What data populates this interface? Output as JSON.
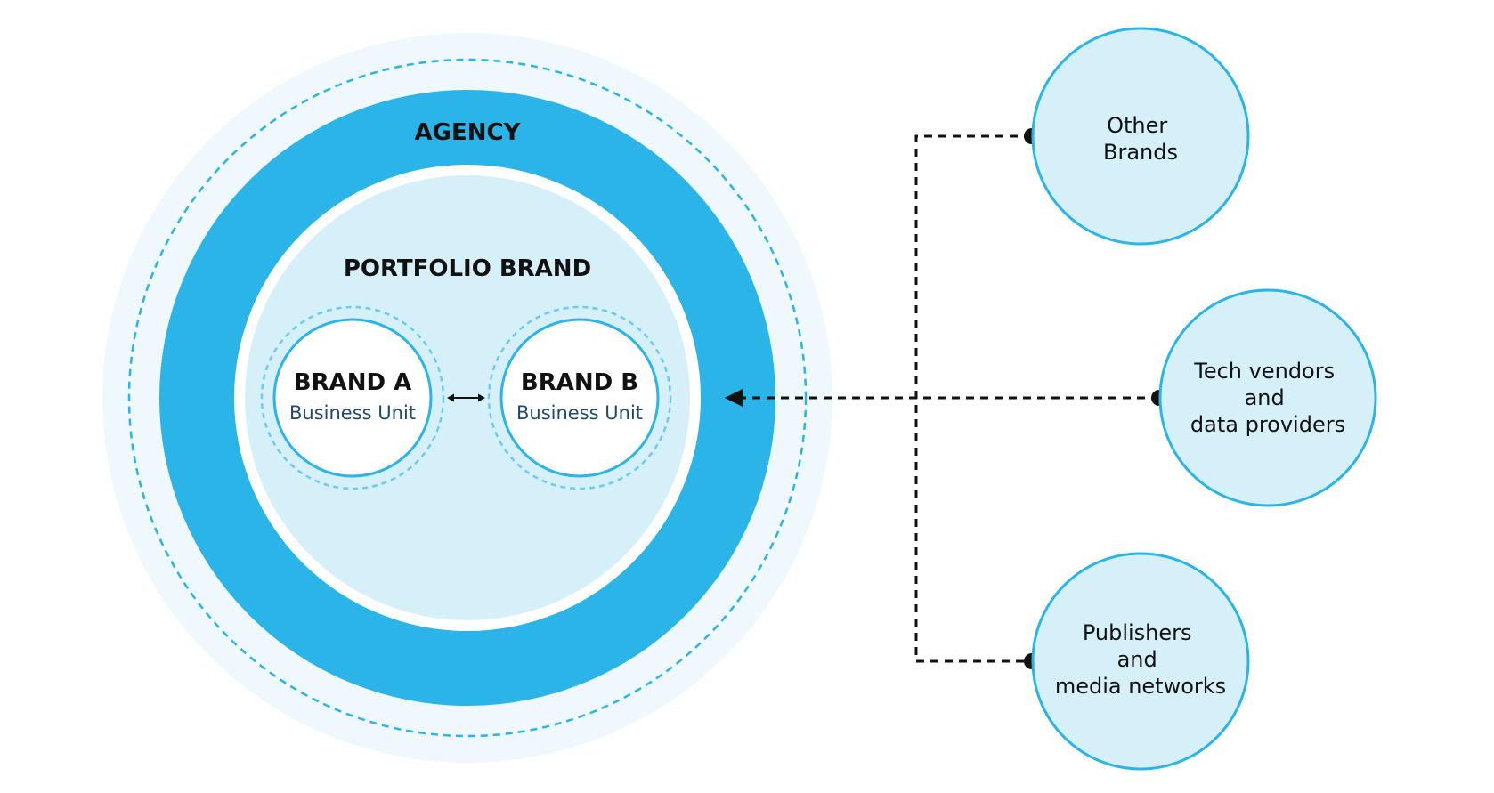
{
  "agency": {
    "label": "AGENCY"
  },
  "portfolio": {
    "label": "PORTFOLIO BRAND"
  },
  "brand_a": {
    "title": "BRAND A",
    "subtitle": "Business Unit"
  },
  "brand_b": {
    "title": "BRAND B",
    "subtitle": "Business Unit"
  },
  "partners": {
    "other_brands": [
      "Other",
      "Brands"
    ],
    "tech_vendors": [
      "Tech vendors",
      "and",
      "data providers"
    ],
    "publishers": [
      "Publishers",
      "and",
      "media networks"
    ]
  },
  "colors": {
    "primary_blue": "#2ab4e8",
    "light_blue": "#d6f0fa",
    "halo_blue": "#eef8fd",
    "line_dark": "#111111",
    "subtitle_navy": "#1f4a6e"
  }
}
